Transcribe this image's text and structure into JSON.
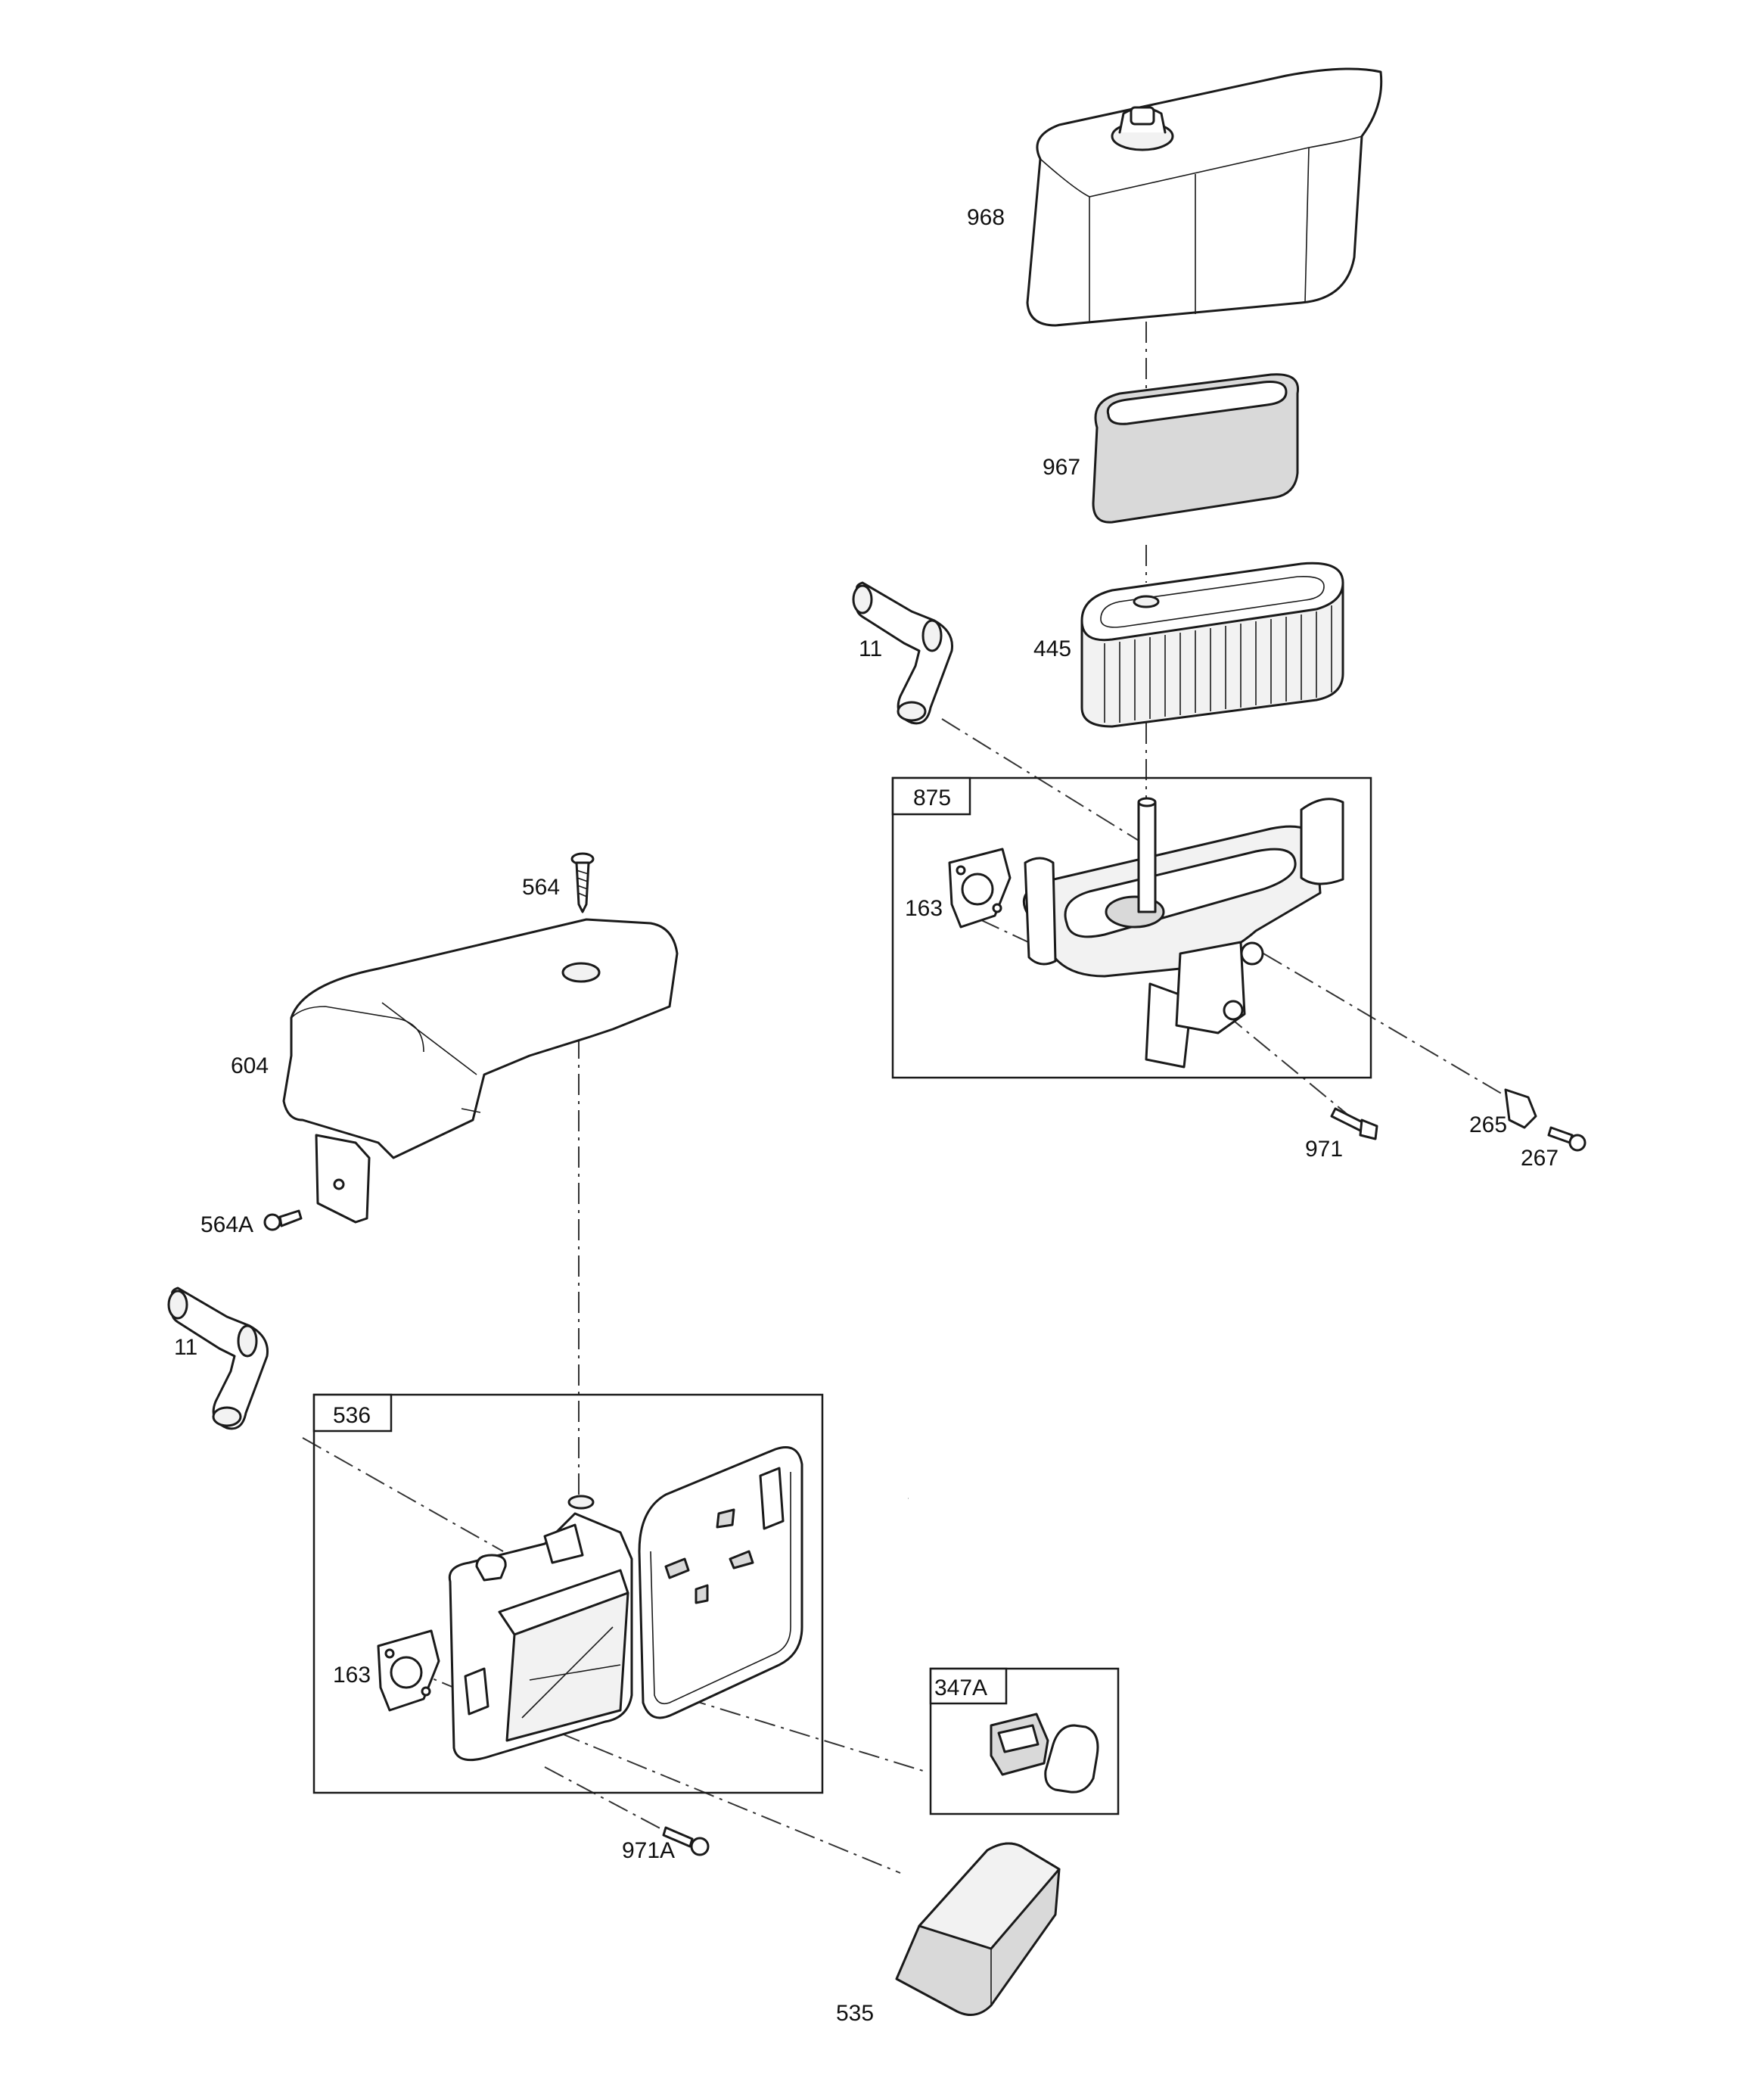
{
  "callouts": {
    "p968": "968",
    "p967": "967",
    "p445": "445",
    "p11_top": "11",
    "p875": "875",
    "p163_top": "163",
    "p971": "971",
    "p265": "265",
    "p267": "267",
    "p564": "564",
    "p604": "604",
    "p564A": "564A",
    "p11_bottom": "11",
    "p536": "536",
    "p163_bottom": "163",
    "p347A": "347A",
    "p971A": "971A",
    "p535": "535"
  }
}
